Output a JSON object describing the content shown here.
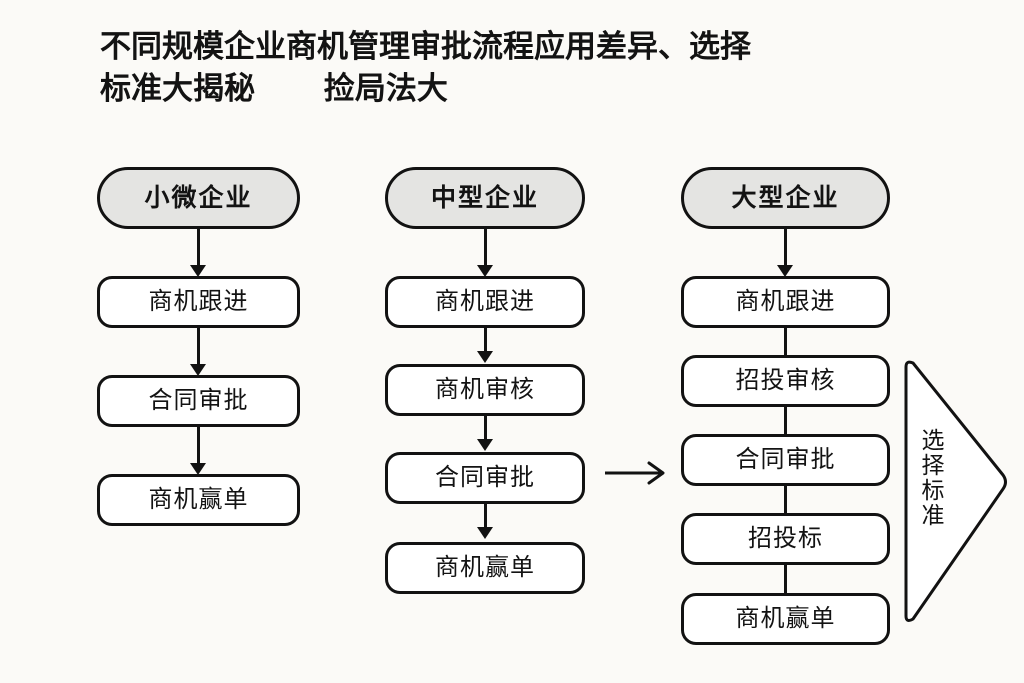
{
  "title": {
    "line1": "不同规模企业商机管理审批流程应用差异、选择",
    "line2": "标准大揭秘        捡局法大"
  },
  "columns": [
    {
      "id": "small-micro",
      "header": "小微企业",
      "steps": [
        "商机跟进",
        "合同审批",
        "商机赢单"
      ]
    },
    {
      "id": "medium",
      "header": "中型企业",
      "steps": [
        "商机跟进",
        "商机审核",
        "合同审批",
        "商机赢单"
      ]
    },
    {
      "id": "large",
      "header": "大型企业",
      "steps": [
        "商机跟进",
        "招投审核",
        "合同审批",
        "招投标",
        "商机赢单"
      ]
    }
  ],
  "banner": {
    "label": "选择标准"
  },
  "colors": {
    "background": "#fbfaf7",
    "stroke": "#121212",
    "node_fill": "#ffffff",
    "header_fill": "#e4e4e2",
    "text": "#131313"
  }
}
